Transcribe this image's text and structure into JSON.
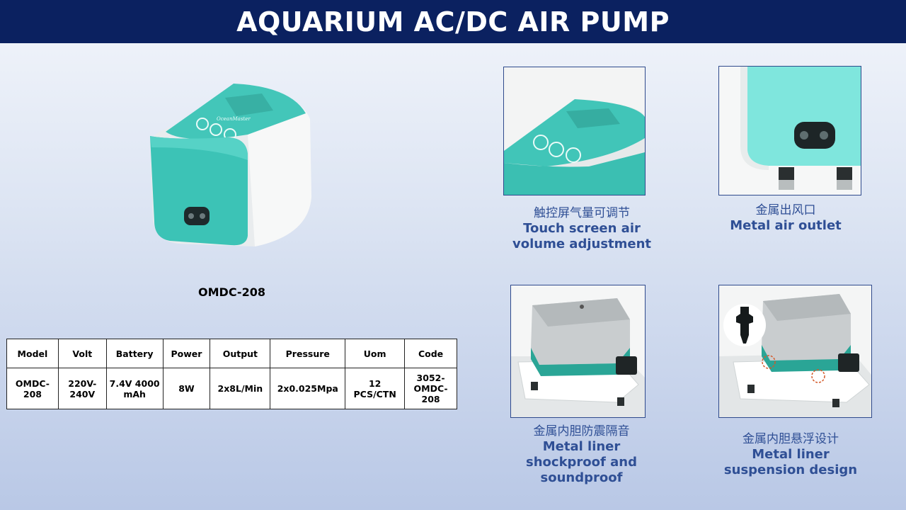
{
  "header": {
    "title": "AQUARIUM AC/DC AIR PUMP"
  },
  "product": {
    "model_label": "OMDC-208",
    "brand_text": "OceanMaster"
  },
  "spec_table": {
    "headers": [
      "Model",
      "Volt",
      "Battery",
      "Power",
      "Output",
      "Pressure",
      "Uom",
      "Code"
    ],
    "row": [
      "OMDC-208",
      "220V-240V",
      "7.4V 4000 mAh",
      "8W",
      "2x8L/Min",
      "2x0.025Mpa",
      "12 PCS/CTN",
      "3052-OMDC-208"
    ]
  },
  "features": [
    {
      "cn": "触控屏气量可调节",
      "en": "Touch screen air volume adjustment"
    },
    {
      "cn": "金属出风口",
      "en": "Metal air outlet"
    },
    {
      "cn": "金属内胆防震隔音",
      "en": "Metal liner shockproof and soundproof"
    },
    {
      "cn": "金属内胆悬浮设计",
      "en": "Metal liner suspension design"
    }
  ],
  "colors": {
    "header_bg": "#0b2160",
    "accent_teal": "#3cc3b6",
    "caption_blue": "#2f4f95"
  }
}
